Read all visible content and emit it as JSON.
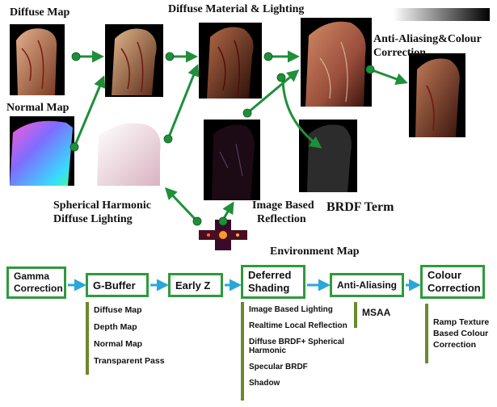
{
  "labels": {
    "diffuse_map": "Diffuse Map",
    "normal_map": "Normal Map",
    "diffuse_material_lighting": "Diffuse Material & Lighting",
    "anti_aliasing_colour_1": "Anti-Aliasing&Colour",
    "anti_aliasing_colour_2": "Correction",
    "sh_1": "Spherical Harmonic",
    "sh_2": "Diffuse Lighting",
    "ibr_1": "Image Based",
    "ibr_2": "Reflection",
    "brdf_term": "BRDF Term",
    "environment_map": "Environment Map"
  },
  "pipeline": {
    "gamma_1": "Gamma",
    "gamma_2": "Correction",
    "gbuffer": "G-Buffer",
    "early_z": "Early Z",
    "deferred_1": "Deferred",
    "deferred_2": "Shading",
    "anti_aliasing": "Anti-Aliasing",
    "colour_1": "Colour",
    "colour_2": "Correction"
  },
  "gbuffer_items": [
    "Diffuse Map",
    "Depth Map",
    "Normal Map",
    "Transparent Pass"
  ],
  "deferred_items": [
    "Image Based Lighting",
    "Realtime Local Reflection",
    "Diffuse BRDF+ Spherical",
    "Harmonic",
    "Specular BRDF",
    "Shadow"
  ],
  "aa_items": [
    "MSAA"
  ],
  "colour_items": [
    "Ramp Texture",
    "Based Colour",
    "Correction"
  ],
  "colors": {
    "arrow_green": "#1f8f3a",
    "box_green": "#2f9a3c",
    "pipe_arrow": "#2aa7d8"
  }
}
